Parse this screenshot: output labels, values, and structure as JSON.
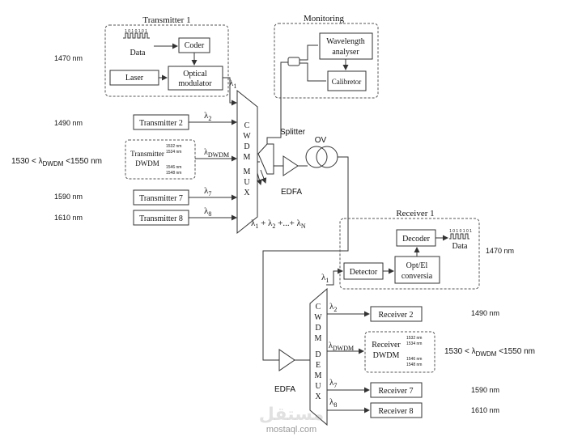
{
  "transmitter1": {
    "title": "Transmitter 1",
    "data_label": "Data",
    "data_bits": "1 0 1 0 1 0 1",
    "coder": "Coder",
    "laser": "Laser",
    "modulator_line1": "Optical",
    "modulator_line2": "modulator",
    "wavelength": "1470 nm"
  },
  "monitoring": {
    "title": "Monitoring",
    "analyser_line1": "Wavelength",
    "analyser_line2": "analyser",
    "calibrator": "Calibretor"
  },
  "transmitters": [
    {
      "label": "Transmitter 2",
      "lambda": "2",
      "wavelength": "1490 nm"
    },
    {
      "label": "Transmitter 7",
      "lambda": "7",
      "wavelength": "1590 nm"
    },
    {
      "label": "Transmitter 8",
      "lambda": "8",
      "wavelength": "1610 nm"
    }
  ],
  "tx_dwdm": {
    "line1": "Transmitter",
    "line2": "DWDM",
    "channels": [
      "1532 nm",
      "1534 nm",
      "1546 nm",
      "1548 nm"
    ],
    "lambda": "DWDM",
    "range_prefix": "1530 < λ",
    "range_sub": "DWDM",
    "range_suffix": " <1550 nm"
  },
  "mux": {
    "letters": [
      "C",
      "W",
      "D",
      "M",
      "M",
      "U",
      "X"
    ]
  },
  "lambda1": "1",
  "splitter": "Splitter",
  "ov": "OV",
  "edfa_top": "EDFA",
  "edfa_bottom": "EDFA",
  "sum": {
    "l1": "λ",
    "s1": "1",
    "p1": " + λ",
    "s2": "2",
    "p2": " +...+ λ",
    "s3": "N"
  },
  "receiver1": {
    "title": "Receiver 1",
    "decoder": "Decoder",
    "data_label": "Data",
    "data_bits": "1 0 1 0 1 0 1",
    "detector": "Detector",
    "opt_line1": "Opt/El",
    "opt_line2": "conversia",
    "wavelength": "1470 nm"
  },
  "demux": {
    "letters": [
      "C",
      "W",
      "D",
      "M",
      "D",
      "E",
      "M",
      "U",
      "X"
    ]
  },
  "receivers": [
    {
      "label": "Receiver 2",
      "lambda": "2",
      "wavelength": "1490 nm"
    },
    {
      "label": "Receiver 7",
      "lambda": "7",
      "wavelength": "1590 nm"
    },
    {
      "label": "Receiver 8",
      "lambda": "8",
      "wavelength": "1610 nm"
    }
  ],
  "rx_dwdm": {
    "line1": "Receiver",
    "line2": "DWDM",
    "channels": [
      "1532 nm",
      "1534 nm",
      "1546 nm",
      "1548 nm"
    ],
    "lambda": "DWDM",
    "range_prefix": "1530 < λ",
    "range_sub": "DWDM",
    "range_suffix": " <1550 nm"
  },
  "watermark": {
    "arabic": "مستقل",
    "latin": "mostaql.com"
  }
}
